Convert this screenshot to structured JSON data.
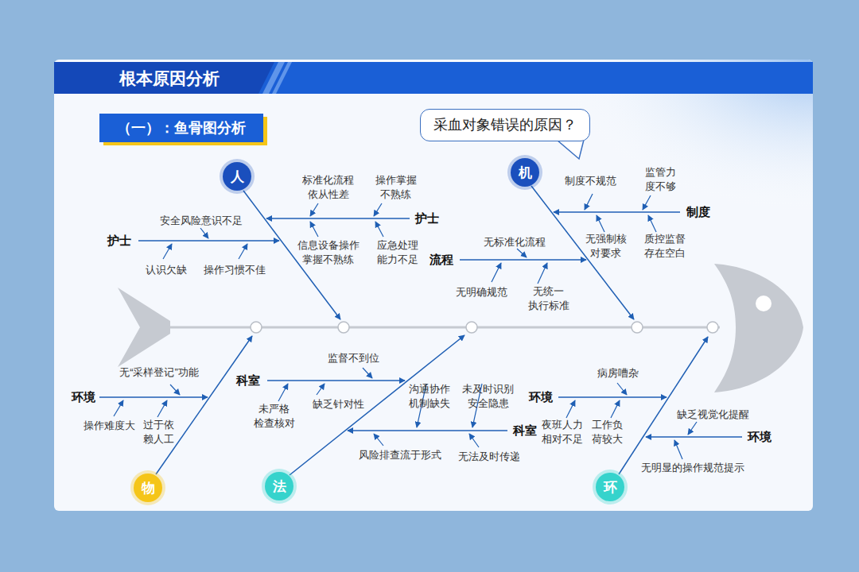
{
  "diagram": {
    "title": "根本原因分析",
    "nodes": [
      {
        "text": [
          "（一）：鱼骨图分析"
        ]
      },
      {
        "text": [
          "采血对象错误的原因？"
        ]
      },
      {
        "text": [
          "人"
        ]
      },
      {
        "text": [
          "机"
        ]
      },
      {
        "text": [
          "物"
        ]
      },
      {
        "text": [
          "法"
        ]
      },
      {
        "text": [
          "环"
        ]
      }
    ],
    "labels": [
      "标准化流程 依从性差",
      "操作掌握 不熟练",
      "护士",
      "安全风险意识不足",
      "护士",
      "信息设备操作 掌握不熟练",
      "应急处理 能力不足",
      "认识欠缺",
      "操作习惯不佳",
      "制度不规范",
      "监管力 度不够",
      "制度",
      "无标准化流程",
      "无强制核 对要求",
      "质控监督 存在空白",
      "流程",
      "无明确规范",
      "无统一 执行标准",
      "无“采样登记”功能",
      "环境",
      "操作难度大",
      "过于依 赖人工",
      "监督不到位",
      "科室",
      "未严格 检查核对",
      "缺乏针对性",
      "沟通协作 机制缺失",
      "未及时识别 安全隐患",
      "科室",
      "风险排查流于形式",
      "无法及时传递",
      "病房嘈杂",
      "环境",
      "夜班人力 相对不足",
      "工作负 荷较大",
      "缺乏视觉化提醒",
      "环境",
      "无明显的操作规范提示"
    ]
  }
}
